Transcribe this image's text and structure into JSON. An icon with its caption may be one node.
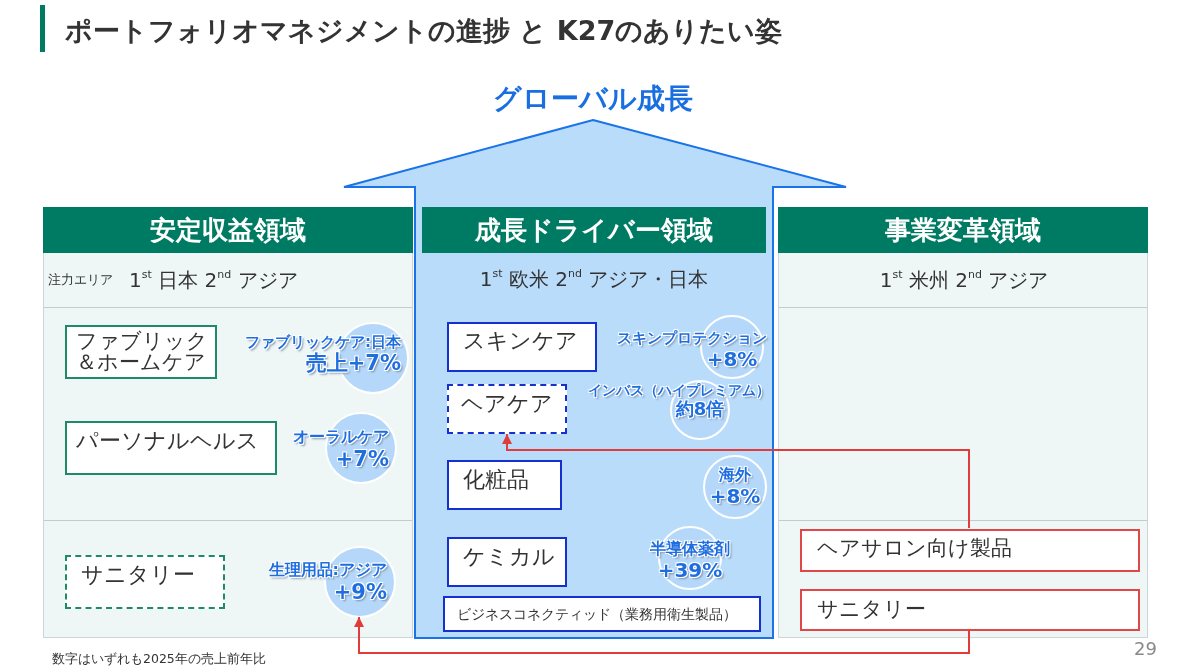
{
  "diagram": {
    "title": "ポートフォリオマネジメントの進捗 と K27のありたい姿",
    "nodes": [
      {
        "text": [
          "グローバル成長"
        ]
      },
      {
        "text": [
          "安定収益領域",
          "1$^{st}$ 日本 2$^{nd}$ アジア"
        ]
      },
      {
        "text": [
          "ファブリック＆ホームケア"
        ],
        "in": 1
      },
      {
        "text": [
          "ファブリックケア:日本",
          "売上+7%"
        ],
        "in": 1
      },
      {
        "text": [
          "パーソナルヘルス"
        ],
        "in": 1
      },
      {
        "text": [
          "オーラルケア",
          "+7%"
        ],
        "in": 1
      },
      {
        "text": [
          "サニタリー"
        ],
        "in": 1
      },
      {
        "text": [
          "生理用品:アジア",
          "+9%"
        ],
        "in": 1
      },
      {
        "text": [
          "成長ドライバー領域",
          "1$^{st}$ 欧米 2$^{nd}$ アジア・日本"
        ],
        "in": 0
      },
      {
        "text": [
          "スキンケア"
        ],
        "in": 8
      },
      {
        "text": [
          "スキンプロテクション",
          "+8%"
        ],
        "in": 8
      },
      {
        "text": [
          "ヘアケア"
        ],
        "in": 8
      },
      {
        "text": [
          "インバス（ハイプレミアム）",
          "約8倍"
        ],
        "in": 8
      },
      {
        "text": [
          "化粧品"
        ],
        "in": 8
      },
      {
        "text": [
          "海外",
          "+8%"
        ],
        "in": 8
      },
      {
        "text": [
          "ケミカル"
        ],
        "in": 8
      },
      {
        "text": [
          "半導体薬剤",
          "+39%"
        ],
        "in": 8
      },
      {
        "text": [
          "ビジネスコネクティッド（業務用衛生製品）"
        ],
        "in": 8
      },
      {
        "text": [
          "事業変革領域",
          "1$^{st}$ 米州 2$^{nd}$ アジア"
        ]
      },
      {
        "text": [
          "ヘアサロン向け製品"
        ],
        "in": 18
      },
      {
        "text": [
          "サニタリー"
        ],
        "in": 18
      }
    ],
    "edges": [
      {
        "from": 19,
        "to": 11,
        "arrow": "to"
      },
      {
        "from": 20,
        "to": 7,
        "arrow": "to"
      }
    ],
    "labels": [
      "注力エリア",
      "数字はいずれも2025年の売上前年比",
      "29"
    ]
  }
}
